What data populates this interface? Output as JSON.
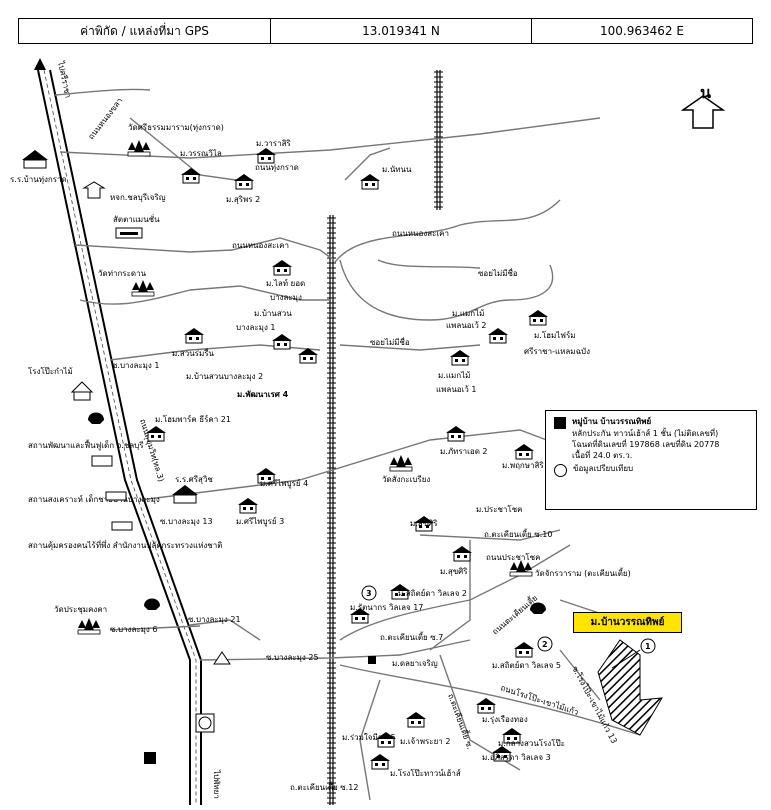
{
  "header": {
    "coord_label": "ค่าพิกัด / แหล่งที่มา GPS",
    "latitude": "13.019341 N",
    "longitude": "100.963462 E"
  },
  "compass": {
    "label": "น"
  },
  "roads": {
    "sukhumvit": "ถนนสุขุมวิท(ทล.3)",
    "to_pattaya": "ไปพัทยา",
    "to_sriracha": "ไปศรีราชา",
    "thung_krat": "ถนนทุ่งกราด",
    "nong_kha": "ถนนหนองขลา",
    "nong_saeka_w": "ถนนหนองสะเคา",
    "nong_saeka_e": "ถนนหนองสะเคา",
    "soi_mai_mi_chue": "ซอยไม่มีชื่อ",
    "soi_mai_mi_chue_2": "ซอยไม่มีชื่อ",
    "bang_la_mung_1": "ซ.บางละมุง 1",
    "bang_la_mung_13": "ซ.บางละมุง 13",
    "bang_la_mung_6": "ซ.บางละมุง 6",
    "bang_la_mung_21": "ซ.บางละมุง 21",
    "bang_la_mung_25": "ซ.บางละมุง 25",
    "takhian_tia_10": "ถ.ตะเคียนเตี้ย ซ.10",
    "takhian_tia_7": "ถ.ตะเคียนเตี้ย ซ.7",
    "takhian_tia_road": "ถนนตะเคียนเตี้ย",
    "takhian_tia_12": "ถ.ตะเคียนเตี้ย ซ.12",
    "takhian_tia_s": "ถ.ตะเคียนเตี้ย ซ.",
    "prachachot": "ถนนประชาโชค",
    "rong_pui": "ถนนโรงโป๊ะ-เขาไม้แก้ว",
    "rong_pui_13": "ซ.โรงโป๊ะ-เขาไม้แก้ว 13"
  },
  "places": {
    "wat_sri_thamma": "วัดศรีธรรมมาราม(ทุ่งกราด)",
    "school_thung_krat": "ร.ร.บ้านทุ่งกราด",
    "market_chonburi": "หจก.ชลบุรีเจริญ",
    "siam_cement": "สัตตาแมนชั่น",
    "wat_tha_krabok": "วัดท่ากระดาน",
    "rong_pui_kamai": "โรงโป๊ะกำไม้",
    "pho_sri_moo": "สถานพัฒนาและฟื้นฟูเด็ก จ.ชลบุรี",
    "sanam_bang_la_mung": "สถานสงเคราะห์ เด็กชายบ้านบางละมุง",
    "sathan_fuen_fu": "สถานคุ้มครองคนไร้ที่พึ่ง สำนักงานปลัดกระทรวงแห่งชาติ",
    "school_siriwat": "ร.ร.ศรีสุวิช",
    "wat_prachum": "วัดประชุมคงคา",
    "wat_nong_krabok": "วัดสังกะเบรียง",
    "wat_chakkawat": "วัดจักรวาราม (ตะเคียนเตี้ย)"
  },
  "villages": {
    "m_warinthorn": "ม.วรรณวิไล",
    "m_wara_siri": "ม.วาราสิริ",
    "m_suriwong_2": "ม.สุริพร 2",
    "m_pattanam": "ม.นัทนน",
    "m_lite_home": "ม.ไลท์ ยอด",
    "m_bang_la_mung": "บางละมุง",
    "m_ban_suan": "ม.บ้านสวน",
    "m_bang_la_mung_1": "บางละมุง 1",
    "m_suan_thai": "ม.สวนร่มรื่น",
    "m_bang_suan_2": "ม.บ้านสวนบางละมุง 2",
    "m_phu_ruea": "ม.พัฒนาเรศ 4",
    "m_home_park": "ม.โฮมพาร์ค ธีร์คา 21",
    "m_merit_1": "ม.แมกไม้",
    "m_merit_2": "แพลนอเว้ 2",
    "m_home_field": "ม.โฮมไฟร์ม",
    "m_sririchan": "ศรีราชา-แหลมฉบัง",
    "m_merit_3": "ม.แมกไม้",
    "m_merit_4": "แพลนอเว้ 1",
    "m_pattaya_2": "ม.ภัทราเอด 2",
    "m_pruksa": "ม.พฤกษาสิริ",
    "m_sri_pattaya_4": "ม.ศรีไพบูรย์ 4",
    "m_sri_pattaya_3": "ม.ศรีไพบูรย์ 3",
    "m_sukhiri": "ม.สุขศิริ",
    "m_prachachok": "ม.ประชาโชค",
    "m_sukhiri_2": "ม.สุขศิริ",
    "m_sathit": "ม.สถิตย์ดา วิลเลจ 2",
    "m_ratana": "ม.รัตนากร วิลเลจ 17",
    "m_suksa_vil_5": "ม.สถิตย์ดา วิลเลจ 5",
    "m_chareon": "ม.ดลยาเจริญ",
    "m_rung_ruang": "ม.รุ่งเรืองทอง",
    "m_klang": "ม.กลางสวนโรงโป๊ะ",
    "m_suksa_3": "ม.อภิสรดา วิลเลจ 3",
    "m_ruam": "ม.ร่วมใจมีสุข 5",
    "m_chaopraya": "ม.เจ้าพระยา 2",
    "m_rong_pui": "ม.โรงโป๊ะทาวน์เฮ้าส์"
  },
  "markers": {
    "m1": "1",
    "m2": "2",
    "m3": "3"
  },
  "legend": {
    "title": "หมู่บ้าน บ้านวรรณทิพย์",
    "line1": "หลักประกัน ทาวน์เฮ้าส์ 1 ชั้น (ไม่ติดเลขที่)",
    "line2": "โฉนดที่ดินเลขที่ 197868 เลขที่ดิน 20778",
    "line3": "เนื้อที่ 24.0 ตร.ว.",
    "line4": "ข้อมูลเปรียบเทียบ"
  },
  "subject": {
    "label": "ม.บ้านวรรณทิพย์"
  }
}
